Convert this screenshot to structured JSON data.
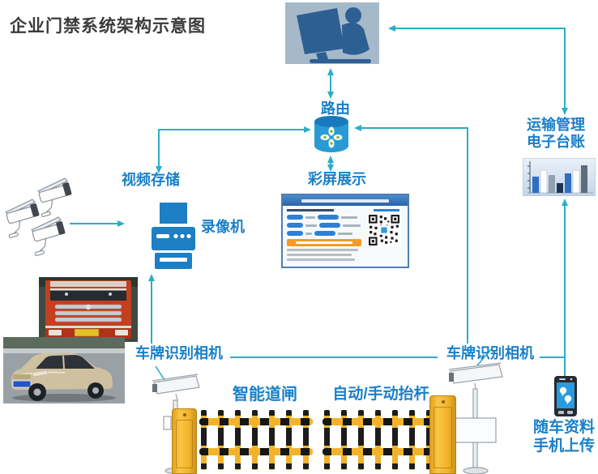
{
  "title": "企业门禁系统架构示意图",
  "nodes": {
    "router": {
      "label": "路由"
    },
    "ledger": {
      "line1": "运输管理",
      "line2": "电子台账"
    },
    "video_storage": {
      "label": "视频存储"
    },
    "recorder": {
      "label": "录像机"
    },
    "color_display": {
      "label": "彩屏展示"
    },
    "lpr_camera_left": {
      "label": "车牌识别相机"
    },
    "lpr_camera_right": {
      "label": "车牌识别相机"
    },
    "smart_barrier": {
      "label": "智能道闸"
    },
    "auto_manual_lift": {
      "label": "自动/手动抬杆"
    },
    "phone_upload": {
      "line1": "随车资料",
      "line2": "手机上传"
    }
  },
  "icons": [
    "computer-user-icon",
    "router-cylinder-icon",
    "bar-chart-icon",
    "video-recorder-icon",
    "cctv-camera-icon",
    "display-screen-icon",
    "qr-code-icon",
    "smartphone-icon",
    "pole-camera-icon",
    "barrier-gate",
    "truck-photo",
    "car-photo"
  ],
  "colors": {
    "label_blue": "#1a80c8",
    "connector_teal": "#2aaec6",
    "icon_blue": "#1d7fc4",
    "router_blue": "#2a9ad4",
    "barrier_yellow": "#f2b32a",
    "display_header_blue": "#2f6cb3",
    "banner_orange": "#f59b25",
    "phone_screen_blue": "#2a9be0",
    "computer_panel": "#a6b9c8",
    "computer_glyph": "#2d5f93"
  }
}
